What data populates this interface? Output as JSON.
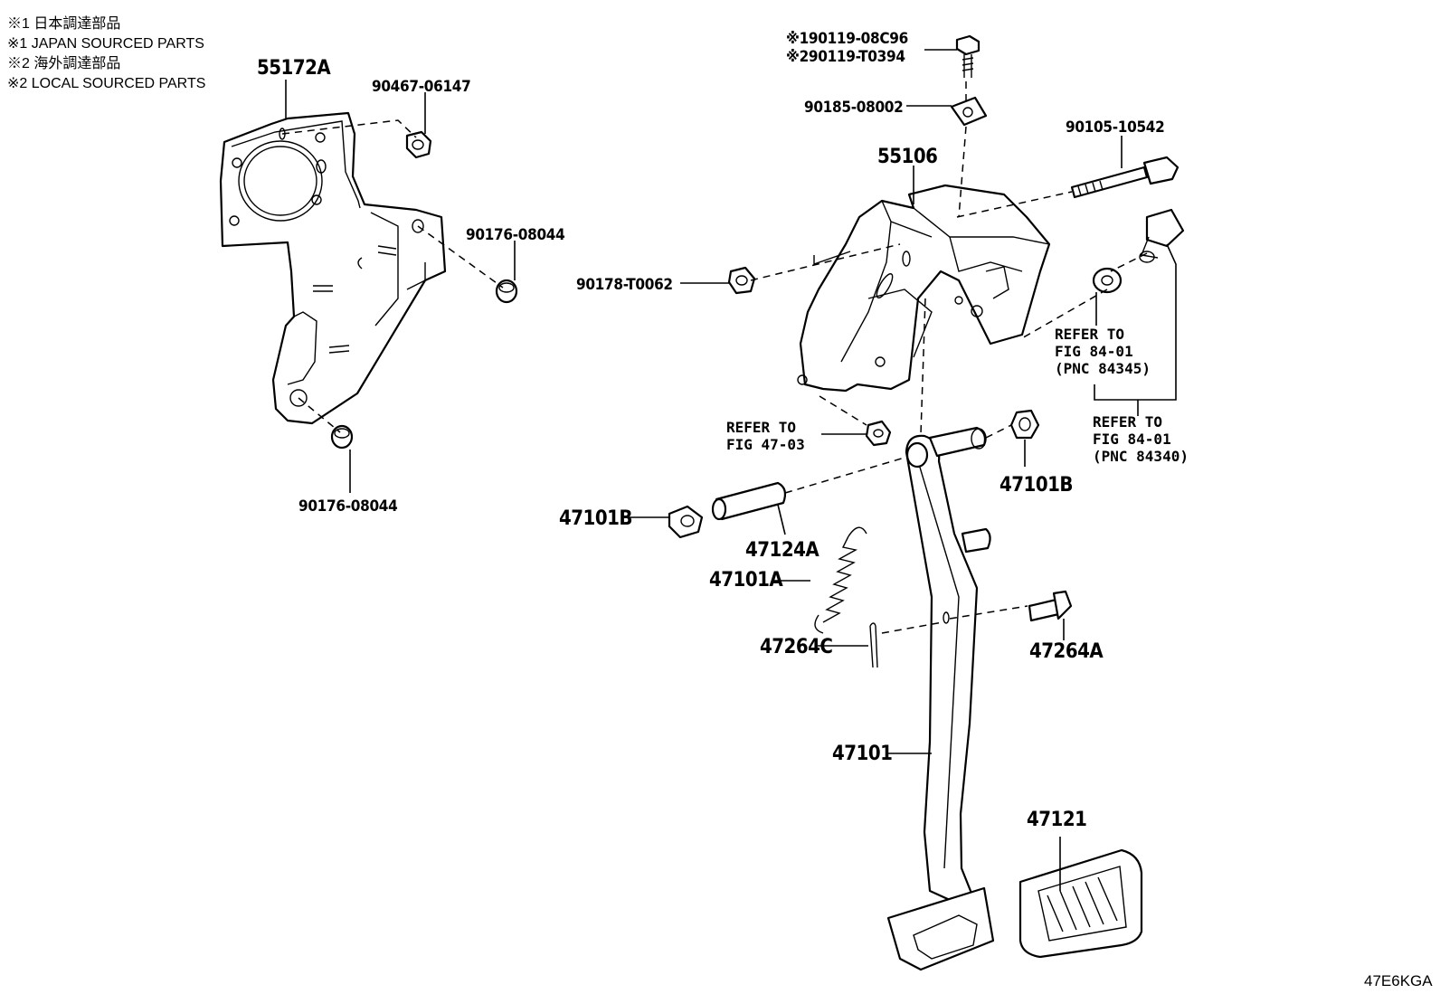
{
  "notes": [
    "※1 日本調達部品",
    "※1 JAPAN SOURCED PARTS",
    "※2 海外調達部品",
    "※2 LOCAL SOURCED PARTS"
  ],
  "callouts": {
    "p55172A": "55172A",
    "p90467_06147": "90467-06147",
    "p90176_08044_a": "90176-08044",
    "p90176_08044_b": "90176-08044",
    "p90119_08C96": "※190119-08C96",
    "p90119_T0394": "※290119-T0394",
    "p90185_08002": "90185-08002",
    "p90105_10542": "90105-10542",
    "p55106": "55106",
    "p90178_T0062": "90178-T0062",
    "p47101B_a": "47101B",
    "p47101B_b": "47101B",
    "p47124A": "47124A",
    "p47101A": "47101A",
    "p47264C": "47264C",
    "p47264A": "47264A",
    "p47101": "47101",
    "p47121": "47121"
  },
  "references": {
    "ref_84345": [
      "REFER TO",
      "FIG 84-01",
      "(PNC 84345)"
    ],
    "ref_84340": [
      "REFER TO",
      "FIG 84-01",
      "(PNC 84340)"
    ],
    "ref_4703": [
      "REFER TO",
      "FIG 47-03"
    ]
  },
  "figure_code": "47E6KGA"
}
